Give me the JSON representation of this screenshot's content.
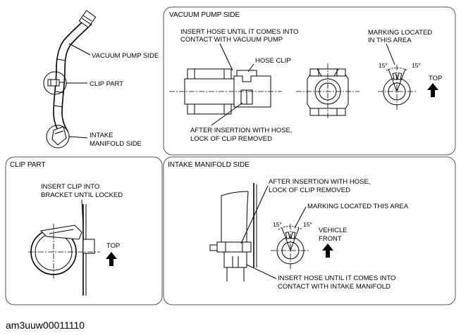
{
  "overview": {
    "vacuum_pump_side": "VACUUM PUMP SIDE",
    "clip_part": "CLIP PART",
    "intake_line1": "INTAKE",
    "intake_line2": "MANIFOLD SIDE"
  },
  "vacuum_panel": {
    "title": "VACUUM PUMP SIDE",
    "insert_hose_line1": "INSERT HOSE UNTIL IT COMES INTO",
    "insert_hose_line2": "CONTACT WITH VACUUM PUMP",
    "hose_clip": "HOSE CLIP",
    "after_insertion_line1": "AFTER INSERTION WITH HOSE,",
    "after_insertion_line2": "LOCK OF CLIP REMOVED",
    "marking_line1": "MARKING LOCATED",
    "marking_line2": "IN THIS AREA",
    "angle_left": "15°",
    "angle_right": "15°",
    "top_label": "TOP"
  },
  "clip_panel": {
    "title": "CLIP PART",
    "insert_clip_line1": "INSERT CLIP INTO",
    "insert_clip_line2": "BRACKET UNTIL LOCKED",
    "top_label": "TOP"
  },
  "intake_panel": {
    "title": "INTAKE MANIFOLD SIDE",
    "after_insertion_line1": "AFTER INSERTION WITH HOSE,",
    "after_insertion_line2": "LOCK OF CLIP REMOVED",
    "marking": "MARKING LOCATED THIS AREA",
    "angle_left": "15°",
    "angle_right": "15°",
    "vehicle_front_line1": "VEHICLE",
    "vehicle_front_line2": "FRONT",
    "insert_hose_line1": "INSERT HOSE UNTIL IT COMES INTO",
    "insert_hose_line2": "CONTACT WITH INTAKE MANIFOLD"
  },
  "figure_id": "am3uuw00011110"
}
